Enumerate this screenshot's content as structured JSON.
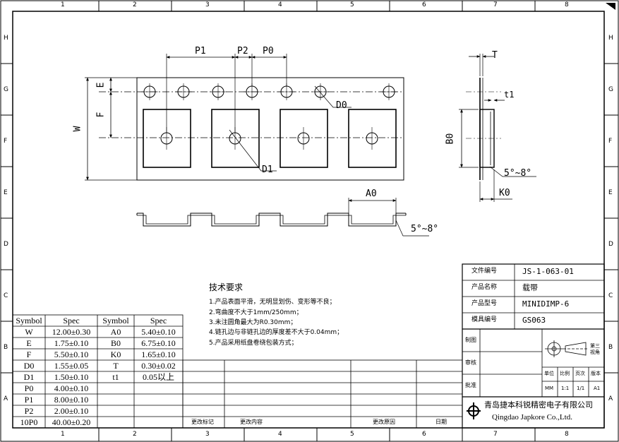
{
  "frame": {
    "col_marks": [
      "1",
      "2",
      "3",
      "4",
      "5",
      "6",
      "7",
      "8"
    ],
    "row_marks": [
      "H",
      "G",
      "F",
      "E",
      "D",
      "C",
      "B",
      "A"
    ]
  },
  "dimension_labels": {
    "p1": "P1",
    "p2": "P2",
    "p0": "P0",
    "e": "E",
    "f": "F",
    "w": "W",
    "d0": "D0",
    "d1": "D1",
    "t": "T",
    "t1": "t1",
    "b0": "B0",
    "k0": "K0",
    "a0": "A0",
    "angle_side": "5°~8°",
    "angle_bottom": "5°~8°"
  },
  "tech": {
    "title": "技术要求",
    "items": [
      "1.产品表面平滑，无明显划伤、变形等不良；",
      "2.弯曲度不大于1mm/250mm；",
      "3.未注圆角最大为R0.30mm；",
      "4.链孔边与非链孔边的厚度差不大于0.04mm；",
      "5.产品采用纸盘卷绕包装方式；"
    ]
  },
  "spec_table": {
    "headers": [
      "Symbol",
      "Spec",
      "Symbol",
      "Spec"
    ],
    "rows": [
      [
        "W",
        "12.00±0.30",
        "A0",
        "5.40±0.10"
      ],
      [
        "E",
        "1.75±0.10",
        "B0",
        "6.75±0.10"
      ],
      [
        "F",
        "5.50±0.10",
        "K0",
        "1.65±0.10"
      ],
      [
        "D0",
        "1.55±0.05",
        "T",
        "0.30±0.02"
      ],
      [
        "D1",
        "1.50±0.10",
        "t1",
        "0.05以上"
      ],
      [
        "P0",
        "4.00±0.10",
        "",
        ""
      ],
      [
        "P1",
        "8.00±0.10",
        "",
        ""
      ],
      [
        "P2",
        "2.00±0.10",
        "",
        ""
      ],
      [
        "10P0",
        "40.00±0.20",
        "",
        ""
      ]
    ]
  },
  "title_block": {
    "doc_no_label": "文件编号",
    "doc_no": "JS-1-063-01",
    "product_name_label": "产品名称",
    "product_name": "载带",
    "product_model_label": "产品型号",
    "product_model": "MINIDIMP-6",
    "mold_no_label": "模具编号",
    "mold_no": "GS063",
    "draw_label": "制图",
    "check_label": "审核",
    "approve_label": "批准",
    "projection_label": "第三视角",
    "unit_label": "单位",
    "scale_label": "比例",
    "page_label": "页次",
    "version_label": "版本",
    "unit": "MM",
    "scale": "1:1",
    "page": "1/1",
    "version": "A1",
    "company_cn": "青岛捷本科锐精密电子有限公司",
    "company_en": "Qingdao Japkore Co.,Ltd."
  },
  "revision_block": {
    "mark_label": "更改标记",
    "content_label": "更改内容",
    "reason_label": "更改原因",
    "date_label": "日期"
  }
}
